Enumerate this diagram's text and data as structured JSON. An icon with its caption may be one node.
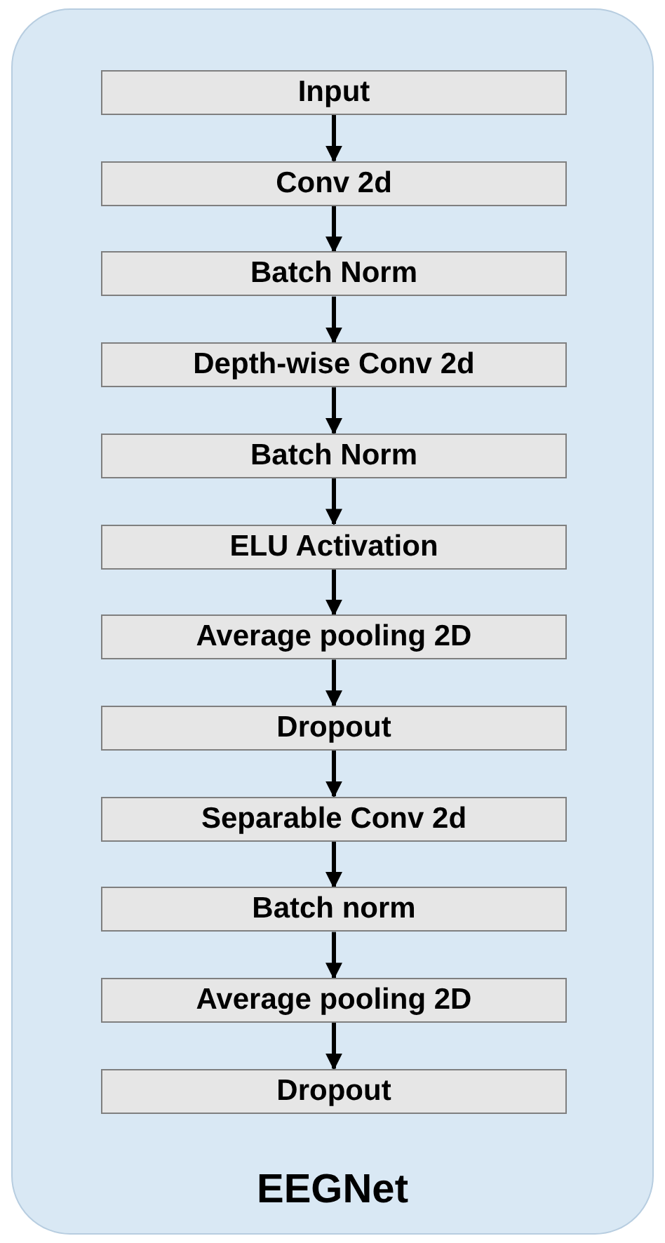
{
  "diagram": {
    "nodes": [
      {
        "text": [
          "EEGNet"
        ]
      },
      {
        "text": [
          "Input"
        ],
        "in": 0
      },
      {
        "text": [
          "Conv 2d"
        ],
        "in": 0
      },
      {
        "text": [
          "Batch Norm"
        ],
        "in": 0
      },
      {
        "text": [
          "Depth-wise Conv 2d"
        ],
        "in": 0
      },
      {
        "text": [
          "Batch Norm"
        ],
        "in": 0
      },
      {
        "text": [
          "ELU Activation"
        ],
        "in": 0
      },
      {
        "text": [
          "Average pooling 2D"
        ],
        "in": 0
      },
      {
        "text": [
          "Dropout"
        ],
        "in": 0
      },
      {
        "text": [
          "Separable Conv 2d"
        ],
        "in": 0
      },
      {
        "text": [
          "Batch norm"
        ],
        "in": 0
      },
      {
        "text": [
          "Average pooling 2D"
        ],
        "in": 0
      },
      {
        "text": [
          "Dropout"
        ],
        "in": 0
      }
    ],
    "edges": [
      {
        "from": 1,
        "to": 2,
        "arrow": "to"
      },
      {
        "from": 2,
        "to": 3,
        "arrow": "to"
      },
      {
        "from": 3,
        "to": 4,
        "arrow": "to"
      },
      {
        "from": 4,
        "to": 5,
        "arrow": "to"
      },
      {
        "from": 5,
        "to": 6,
        "arrow": "to"
      },
      {
        "from": 6,
        "to": 7,
        "arrow": "to"
      },
      {
        "from": 7,
        "to": 8,
        "arrow": "to"
      },
      {
        "from": 8,
        "to": 9,
        "arrow": "to"
      },
      {
        "from": 9,
        "to": 10,
        "arrow": "to"
      },
      {
        "from": 10,
        "to": 11,
        "arrow": "to"
      },
      {
        "from": 11,
        "to": 12,
        "arrow": "to"
      }
    ]
  }
}
